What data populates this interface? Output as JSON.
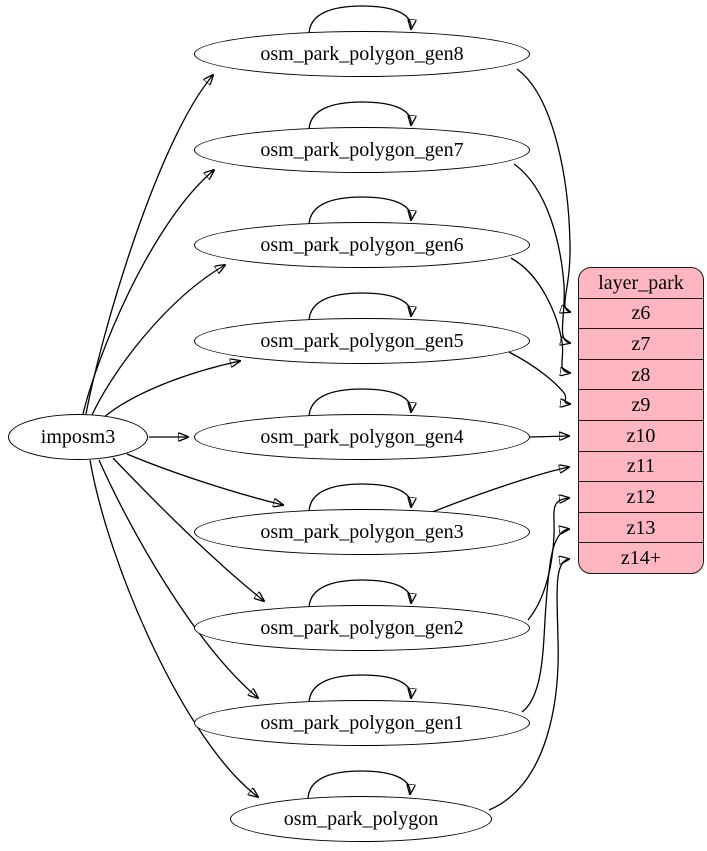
{
  "graph": {
    "source": {
      "id": "imposm3",
      "label": "imposm3"
    },
    "nodes": [
      {
        "id": "osm_park_polygon_gen8",
        "label": "osm_park_polygon_gen8",
        "target_row": "z6"
      },
      {
        "id": "osm_park_polygon_gen7",
        "label": "osm_park_polygon_gen7",
        "target_row": "z7"
      },
      {
        "id": "osm_park_polygon_gen6",
        "label": "osm_park_polygon_gen6",
        "target_row": "z8"
      },
      {
        "id": "osm_park_polygon_gen5",
        "label": "osm_park_polygon_gen5",
        "target_row": "z9"
      },
      {
        "id": "osm_park_polygon_gen4",
        "label": "osm_park_polygon_gen4",
        "target_row": "z10"
      },
      {
        "id": "osm_park_polygon_gen3",
        "label": "osm_park_polygon_gen3",
        "target_row": "z11"
      },
      {
        "id": "osm_park_polygon_gen2",
        "label": "osm_park_polygon_gen2",
        "target_row": "z12"
      },
      {
        "id": "osm_park_polygon_gen1",
        "label": "osm_park_polygon_gen1",
        "target_row": "z13"
      },
      {
        "id": "osm_park_polygon",
        "label": "osm_park_polygon",
        "target_row": "z14+"
      }
    ],
    "table": {
      "title": "layer_park",
      "rows": [
        "z6",
        "z7",
        "z8",
        "z9",
        "z10",
        "z11",
        "z12",
        "z13",
        "z14+"
      ]
    },
    "edges": [
      {
        "from": "imposm3",
        "to": "osm_park_polygon_gen8"
      },
      {
        "from": "imposm3",
        "to": "osm_park_polygon_gen7"
      },
      {
        "from": "imposm3",
        "to": "osm_park_polygon_gen6"
      },
      {
        "from": "imposm3",
        "to": "osm_park_polygon_gen5"
      },
      {
        "from": "imposm3",
        "to": "osm_park_polygon_gen4"
      },
      {
        "from": "imposm3",
        "to": "osm_park_polygon_gen3"
      },
      {
        "from": "imposm3",
        "to": "osm_park_polygon_gen2"
      },
      {
        "from": "imposm3",
        "to": "osm_park_polygon_gen1"
      },
      {
        "from": "imposm3",
        "to": "osm_park_polygon"
      },
      {
        "from": "osm_park_polygon_gen8",
        "to": "osm_park_polygon_gen8",
        "type": "self_loop"
      },
      {
        "from": "osm_park_polygon_gen7",
        "to": "osm_park_polygon_gen7",
        "type": "self_loop"
      },
      {
        "from": "osm_park_polygon_gen6",
        "to": "osm_park_polygon_gen6",
        "type": "self_loop"
      },
      {
        "from": "osm_park_polygon_gen5",
        "to": "osm_park_polygon_gen5",
        "type": "self_loop"
      },
      {
        "from": "osm_park_polygon_gen4",
        "to": "osm_park_polygon_gen4",
        "type": "self_loop"
      },
      {
        "from": "osm_park_polygon_gen3",
        "to": "osm_park_polygon_gen3",
        "type": "self_loop"
      },
      {
        "from": "osm_park_polygon_gen2",
        "to": "osm_park_polygon_gen2",
        "type": "self_loop"
      },
      {
        "from": "osm_park_polygon_gen1",
        "to": "osm_park_polygon_gen1",
        "type": "self_loop"
      },
      {
        "from": "osm_park_polygon",
        "to": "osm_park_polygon",
        "type": "self_loop"
      },
      {
        "from": "osm_park_polygon_gen8",
        "to": "layer_park:z6"
      },
      {
        "from": "osm_park_polygon_gen7",
        "to": "layer_park:z7"
      },
      {
        "from": "osm_park_polygon_gen6",
        "to": "layer_park:z8"
      },
      {
        "from": "osm_park_polygon_gen5",
        "to": "layer_park:z9"
      },
      {
        "from": "osm_park_polygon_gen4",
        "to": "layer_park:z10"
      },
      {
        "from": "osm_park_polygon_gen3",
        "to": "layer_park:z11"
      },
      {
        "from": "osm_park_polygon_gen2",
        "to": "layer_park:z12"
      },
      {
        "from": "osm_park_polygon_gen1",
        "to": "layer_park:z13"
      },
      {
        "from": "osm_park_polygon",
        "to": "layer_park:z14+"
      }
    ],
    "colors": {
      "table_fill": "#ffb6c1",
      "node_fill": "#ffffff",
      "node_stroke": "#000000",
      "edge_color": "#000000",
      "background": "#ffffff"
    }
  }
}
